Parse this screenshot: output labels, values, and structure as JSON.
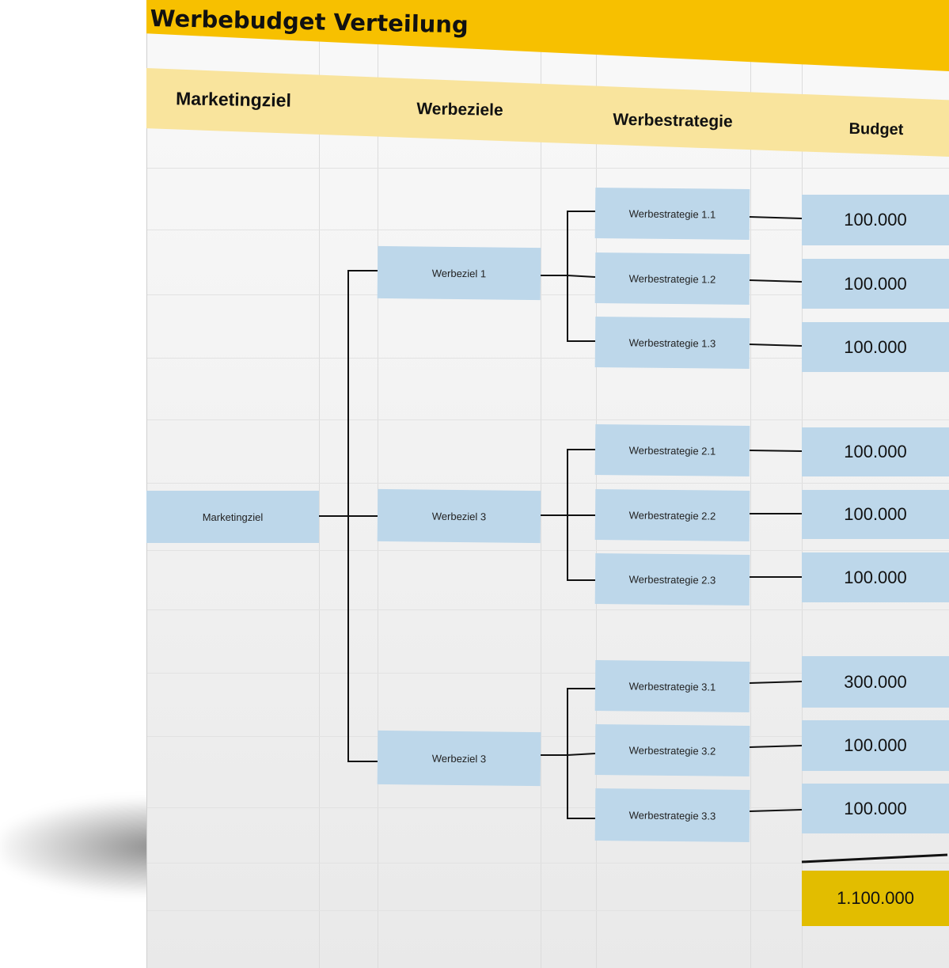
{
  "title": "Werbebudget Verteilung",
  "headers": {
    "marketingziel": "Marketingziel",
    "werbeziele": "Werbeziele",
    "werbestrategie": "Werbestrategie",
    "budget": "Budget"
  },
  "marketingziel": {
    "label": "Marketingziel"
  },
  "werbeziele": [
    {
      "label": "Werbeziel 1"
    },
    {
      "label": "Werbeziel 3"
    },
    {
      "label": "Werbeziel 3"
    }
  ],
  "strategien": [
    {
      "label": "Werbestrategie 1.1",
      "budget": "100.000"
    },
    {
      "label": "Werbestrategie 1.2",
      "budget": "100.000"
    },
    {
      "label": "Werbestrategie 1.3",
      "budget": "100.000"
    },
    {
      "label": "Werbestrategie 2.1",
      "budget": "100.000"
    },
    {
      "label": "Werbestrategie 2.2",
      "budget": "100.000"
    },
    {
      "label": "Werbestrategie 2.3",
      "budget": "100.000"
    },
    {
      "label": "Werbestrategie 3.1",
      "budget": "300.000"
    },
    {
      "label": "Werbestrategie 3.2",
      "budget": "100.000"
    },
    {
      "label": "Werbestrategie 3.3",
      "budget": "100.000"
    }
  ],
  "total": "1.100.000",
  "colors": {
    "title_bar": "#f7c000",
    "header_band": "#f9e49d",
    "box_fill": "#bdd7ea",
    "total_fill": "#e2bd00"
  }
}
